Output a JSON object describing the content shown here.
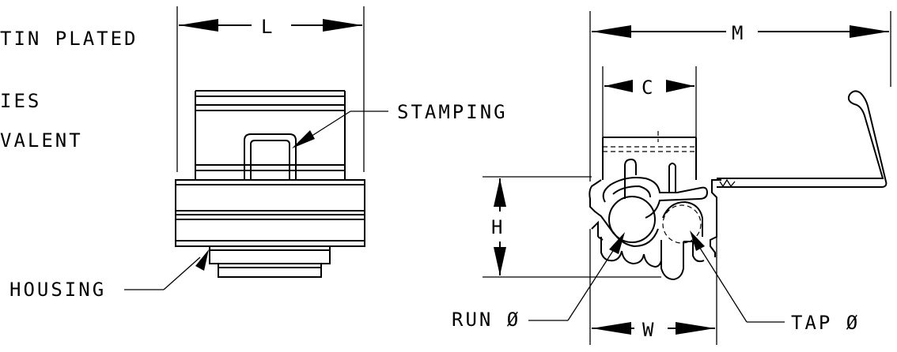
{
  "notes": {
    "line1": "TIN PLATED",
    "line2": "IES",
    "line3": "VALENT"
  },
  "labels": {
    "stamping": "STAMPING",
    "housing": "HOUSING",
    "run": "RUN Ø",
    "tap": "TAP Ø"
  },
  "dimensions": {
    "L": "L",
    "M": "M",
    "C": "C",
    "H": "H",
    "W": "W"
  },
  "colors": {
    "line": "#000000",
    "background": "#ffffff"
  }
}
